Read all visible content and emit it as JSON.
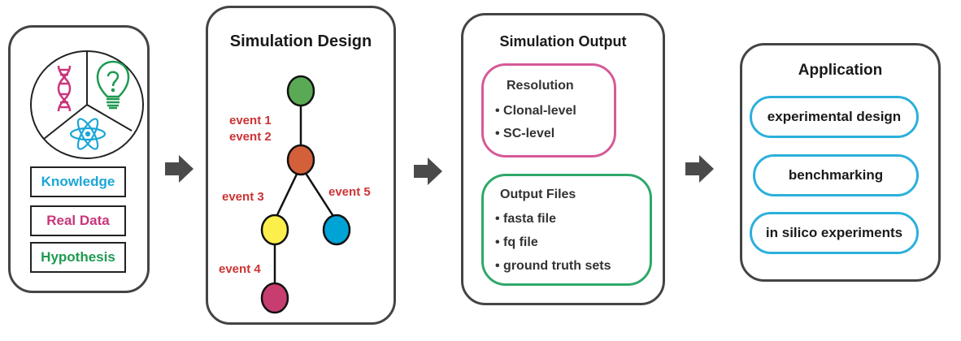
{
  "colors": {
    "panel_border": "#444444",
    "arrow": "#4a4a4a",
    "knowledge": "#1aa6d6",
    "real_data": "#c8367b",
    "hypothesis": "#1f9a52",
    "event_text": "#cc3333",
    "resolution_border": "#d65a98",
    "output_files_border": "#2fa86a",
    "application_pill_border": "#2bb0db"
  },
  "inputs_panel": {
    "icons": [
      "dna-icon",
      "lightbulb-question-icon",
      "atom-icon"
    ],
    "sources": [
      {
        "label": "Knowledge",
        "color": "#1aa6d6"
      },
      {
        "label": "Real Data",
        "color": "#c8367b"
      },
      {
        "label": "Hypothesis",
        "color": "#1f9a52"
      }
    ]
  },
  "design_panel": {
    "title": "Simulation Design",
    "nodes": [
      {
        "id": "root",
        "color": "#5aaa55"
      },
      {
        "id": "clone1",
        "color": "#d4603a"
      },
      {
        "id": "clone2",
        "color": "#fcef4c"
      },
      {
        "id": "clone3",
        "color": "#00a3d6"
      },
      {
        "id": "clone4",
        "color": "#c83d70"
      }
    ],
    "events": {
      "e1": "event 1",
      "e2": "event 2",
      "e3": "event 3",
      "e4": "event 4",
      "e5": "event 5"
    }
  },
  "output_panel": {
    "title": "Simulation Output",
    "resolution": {
      "title": "Resolution",
      "items": [
        "• Clonal-level",
        "• SC-level"
      ]
    },
    "files": {
      "title": "Output Files",
      "items": [
        "• fasta file",
        "• fq file",
        "• ground truth sets"
      ]
    }
  },
  "application_panel": {
    "title": "Application",
    "items": [
      "experimental design",
      "benchmarking",
      "in silico experiments"
    ]
  }
}
